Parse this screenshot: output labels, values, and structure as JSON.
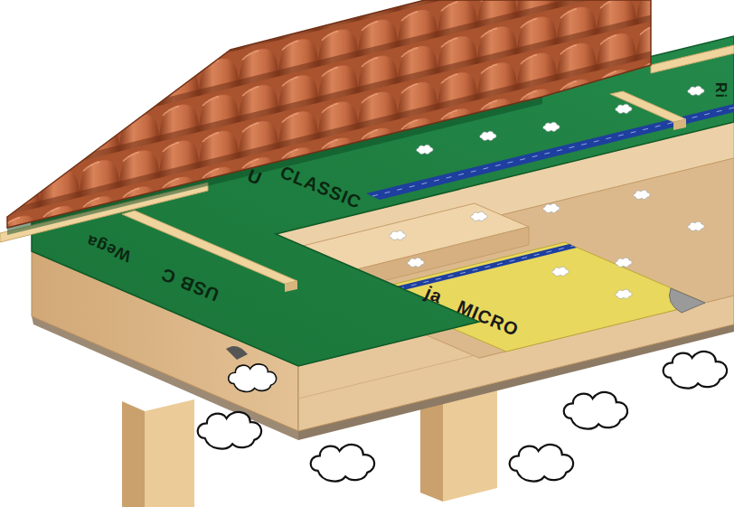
{
  "diagram": {
    "labels": [
      "U",
      "CLASSIC",
      "Ri",
      "Wega",
      "USB C",
      "ja",
      "MICRO"
    ]
  }
}
